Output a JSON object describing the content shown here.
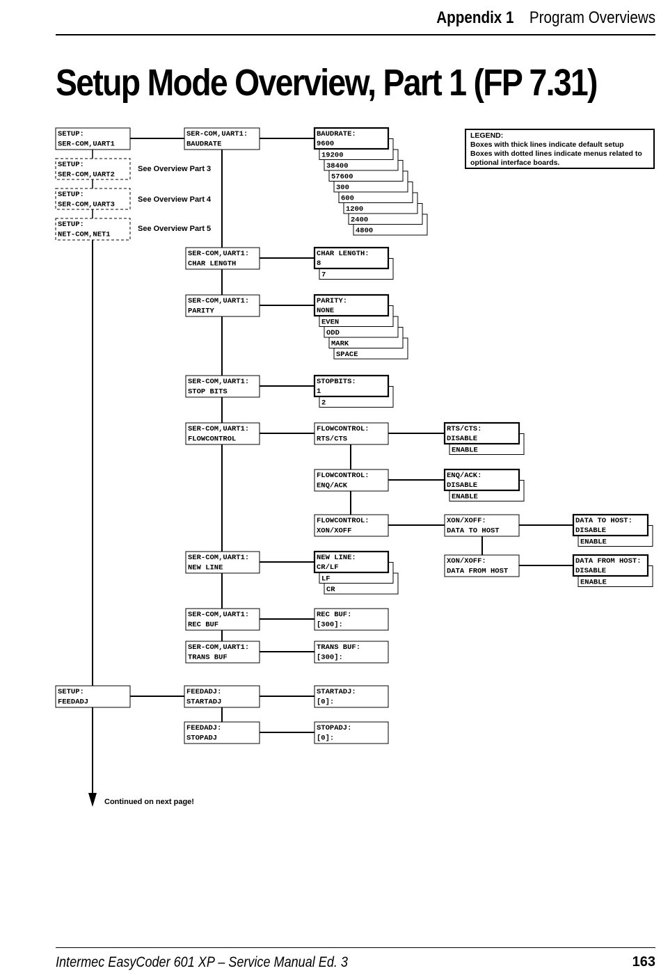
{
  "header": {
    "section": "Appendix 1",
    "chapter": "Program Overviews"
  },
  "title": "Setup Mode Overview, Part 1 (FP 7.31)",
  "legend": {
    "title": "LEGEND:",
    "lines": [
      "Boxes with thick lines indicate default setup",
      "Boxes with dotted lines indicate menus related to",
      "optional interface boards."
    ]
  },
  "diagram": {
    "setup": {
      "uart1": [
        "SETUP:",
        "SER-COM,UART1"
      ],
      "uart2": [
        "SETUP:",
        "SER-COM,UART2"
      ],
      "uart3": [
        "SETUP:",
        "SER-COM,UART3"
      ],
      "net1": [
        "SETUP:",
        "NET-COM,NET1"
      ],
      "feedadj": [
        "SETUP:",
        "FEEDADJ"
      ]
    },
    "notes": {
      "part3": "See Overview Part 3",
      "part4": "See Overview Part 4",
      "part5": "See Overview Part 5",
      "continued": "Continued on next page!"
    },
    "menus": {
      "baudrate": [
        "SER-COM,UART1:",
        "BAUDRATE"
      ],
      "charlength": [
        "SER-COM,UART1:",
        "CHAR LENGTH"
      ],
      "parity": [
        "SER-COM,UART1:",
        "PARITY"
      ],
      "stopbits": [
        "SER-COM,UART1:",
        "STOP BITS"
      ],
      "flowcontrol": [
        "SER-COM,UART1:",
        "FLOWCONTROL"
      ],
      "newline": [
        "SER-COM,UART1:",
        "NEW LINE"
      ],
      "recbuf": [
        "SER-COM,UART1:",
        "REC BUF"
      ],
      "transbuf": [
        "SER-COM,UART1:",
        "TRANS BUF"
      ],
      "startadj": [
        "FEEDADJ:",
        "STARTADJ"
      ],
      "stopadj": [
        "FEEDADJ:",
        "STOPADJ"
      ]
    },
    "options": {
      "baudrate": {
        "title": "BAUDRATE:",
        "values": [
          "9600",
          "19200",
          "38400",
          "57600",
          "300",
          "600",
          "1200",
          "2400",
          "4800"
        ]
      },
      "charlength": {
        "title": "CHAR LENGTH:",
        "values": [
          "8",
          "7"
        ]
      },
      "parity": {
        "title": "PARITY:",
        "values": [
          "NONE",
          "EVEN",
          "ODD",
          "MARK",
          "SPACE"
        ]
      },
      "stopbits": {
        "title": "STOPBITS:",
        "values": [
          "1",
          "2"
        ]
      },
      "newline": {
        "title": "NEW LINE:",
        "values": [
          "CR/LF",
          "LF",
          "CR"
        ]
      },
      "rtscts": {
        "title": "RTS/CTS:",
        "values": [
          "DISABLE",
          "ENABLE"
        ]
      },
      "enqack": {
        "title": "ENQ/ACK:",
        "values": [
          "DISABLE",
          "ENABLE"
        ]
      },
      "datatohost": {
        "title": "DATA TO HOST:",
        "values": [
          "DISABLE",
          "ENABLE"
        ]
      },
      "datafromhost": {
        "title": "DATA FROM HOST:",
        "values": [
          "DISABLE",
          "ENABLE"
        ]
      }
    },
    "flow": {
      "rtscts": [
        "FLOWCONTROL:",
        "RTS/CTS"
      ],
      "enqack": [
        "FLOWCONTROL:",
        "ENQ/ACK"
      ],
      "xonxoff": [
        "FLOWCONTROL:",
        "XON/XOFF"
      ],
      "tohost": [
        "XON/XOFF:",
        "DATA TO HOST"
      ],
      "fromhost": [
        "XON/XOFF:",
        "DATA FROM HOST"
      ]
    },
    "values": {
      "recbuf": [
        "REC BUF:",
        "[300]:"
      ],
      "transbuf": [
        "TRANS BUF:",
        "[300]:"
      ],
      "startadj": [
        "STARTADJ:",
        "[0]:"
      ],
      "stopadj": [
        "STOPADJ:",
        "[0]:"
      ]
    }
  },
  "footer": {
    "manual": "Intermec EasyCoder 601 XP – Service Manual Ed. 3",
    "page": "163"
  }
}
